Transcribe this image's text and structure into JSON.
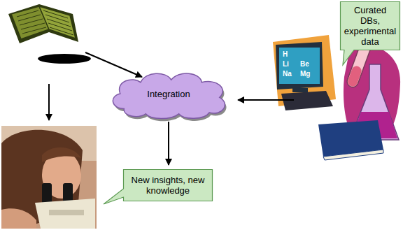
{
  "diagram": {
    "nodes": [
      {
        "text": [
          "Curated DBs, experimental data"
        ]
      },
      {
        "text": [
          "Integration"
        ]
      },
      {
        "text": [
          "New insights, new knowledge"
        ]
      }
    ],
    "edges": [
      {
        "from": 1,
        "to": 2,
        "arrow": "to"
      }
    ],
    "labels": [
      "H",
      "Li",
      "Be",
      "Na",
      "Mg"
    ]
  }
}
